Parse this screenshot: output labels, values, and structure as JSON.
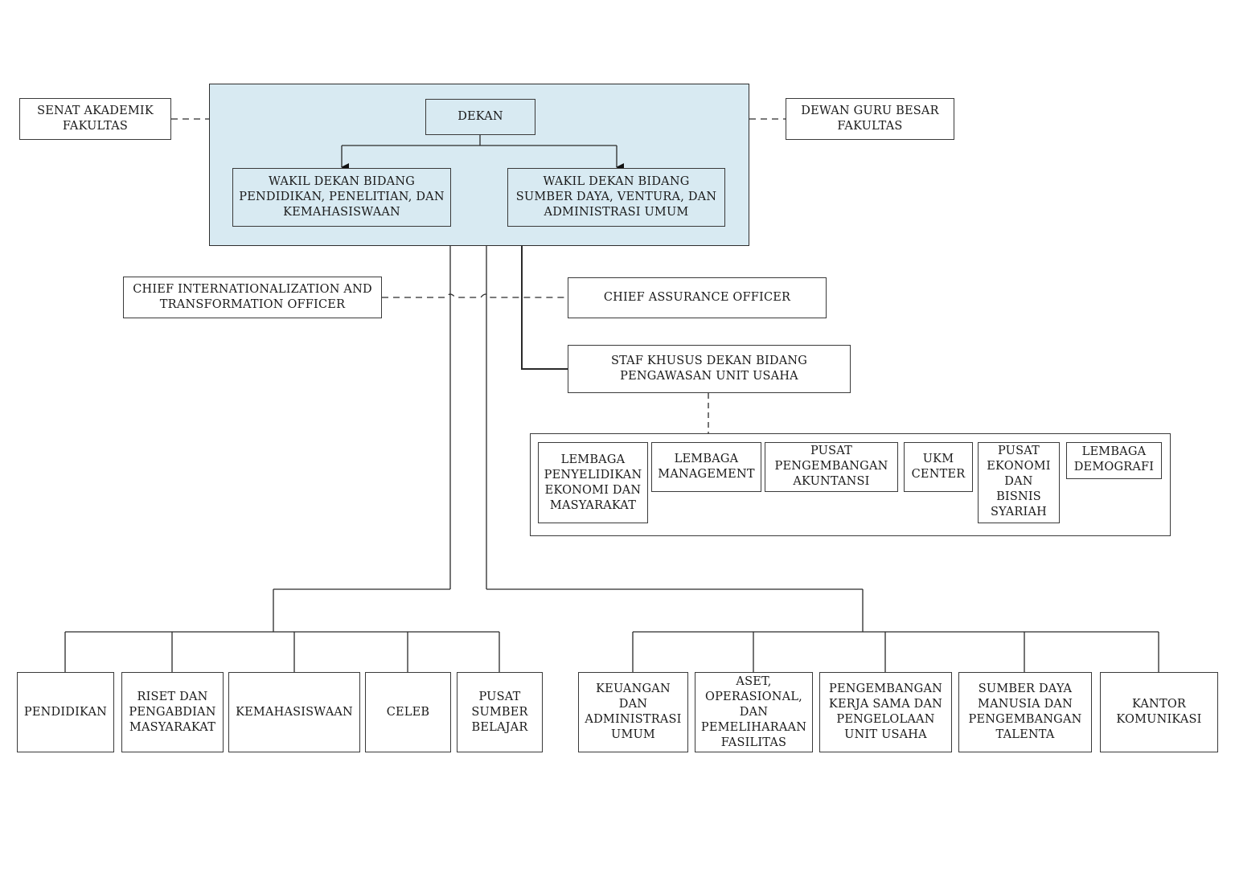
{
  "nodes": {
    "senat": "SENAT AKADEMIK\nFAKULTAS",
    "dewan": "DEWAN GURU BESAR\nFAKULTAS",
    "dekan": "DEKAN",
    "wd1": "WAKIL DEKAN BIDANG\nPENDIDIKAN, PENELITIAN, DAN\nKEMAHASISWAAN",
    "wd2": "WAKIL DEKAN BIDANG\nSUMBER DAYA, VENTURA, DAN\nADMINISTRASI UMUM",
    "chief_it": "CHIEF INTERNATIONALIZATION AND\nTRANSFORMATION OFFICER",
    "chief_assurance": "CHIEF ASSURANCE OFFICER",
    "staf_khusus": "STAF KHUSUS DEKAN BIDANG\nPENGAWASAN UNIT USAHA"
  },
  "units": [
    "LEMBAGA\nPENYELIDIKAN\nEKONOMI DAN\nMASYARAKAT",
    "LEMBAGA\nMANAGEMENT",
    "PUSAT\nPENGEMBANGAN\nAKUNTANSI",
    "UKM\nCENTER",
    "PUSAT\nEKONOMI\nDAN\nBISNIS\nSYARIAH",
    "LEMBAGA\nDEMOGRAFI"
  ],
  "wd1_units": [
    "PENDIDIKAN",
    "RISET DAN\nPENGABDIAN\nMASYARAKAT",
    "KEMAHASISWAAN",
    "CELEB",
    "PUSAT\nSUMBER\nBELAJAR"
  ],
  "wd2_units": [
    "KEUANGAN\nDAN\nADMINISTRASI\nUMUM",
    "ASET,\nOPERASIONAL,\nDAN\nPEMELIHARAAN\nFASILITAS",
    "PENGEMBANGAN\nKERJA SAMA DAN\nPENGELOLAAN\nUNIT USAHA",
    "SUMBER DAYA\nMANUSIA DAN\nPENGEMBANGAN\nTALENTA",
    "KANTOR\nKOMUNIKASI"
  ],
  "colors": {
    "panel_fill": "#d8eaf2",
    "line": "#2a2a2a"
  }
}
